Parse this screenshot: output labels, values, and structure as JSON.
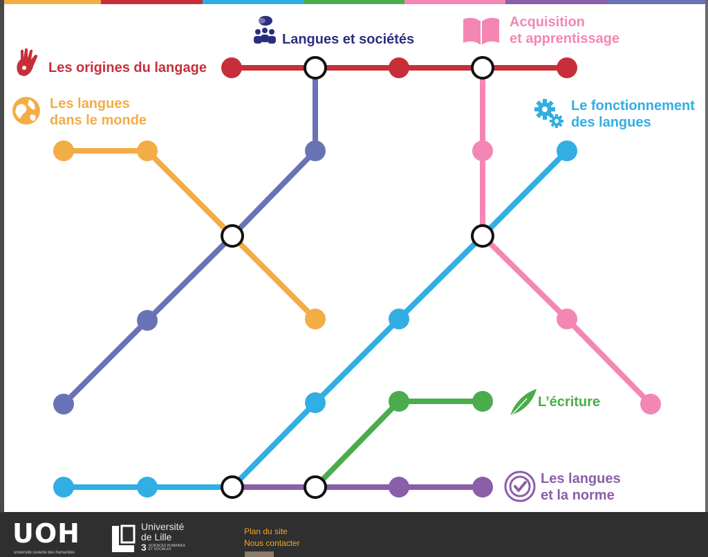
{
  "colors": {
    "red": "#c62f3a",
    "orange": "#f3ad46",
    "indigo": "#6a72b6",
    "pink": "#f486b4",
    "blue": "#31aee3",
    "green": "#4aac4c",
    "purple": "#8a5ea9",
    "navy": "#2a2f7d"
  },
  "topbar_colors": [
    "#f3ad46",
    "#c62f3a",
    "#31aee3",
    "#4aac4c",
    "#f486b4",
    "#8a5ea9",
    "#6a72b6"
  ],
  "labels": {
    "origines": "Les origines du langage",
    "langues_monde_1": "Les langues",
    "langues_monde_2": "dans le monde",
    "societes": "Langues et sociétés",
    "acquisition_1": "Acquisition",
    "acquisition_2": "et apprentissage",
    "fonctionnement_1": "Le fonctionnement",
    "fonctionnement_2": "des langues",
    "ecriture": "L’écriture",
    "norme_1": "Les langues",
    "norme_2": "et la norme"
  },
  "icons": {
    "origines": "hand-print-icon",
    "langues_monde": "globe-icon",
    "societes": "people-chat-icon",
    "acquisition": "open-book-icon",
    "fonctionnement": "gears-icon",
    "ecriture": "feather-icon",
    "norme": "checkmark-badge-icon"
  },
  "footer": {
    "logo": "UOH",
    "logo_sub": "université ouverte des humanités",
    "lille_line1": "Université",
    "lille_line2": "de Lille",
    "lille_num": "3",
    "lille_small1": "SCIENCES HUMAINES",
    "lille_small2": "ET SOCIALES",
    "links": [
      "Plan du site",
      "Nous contacter"
    ]
  }
}
